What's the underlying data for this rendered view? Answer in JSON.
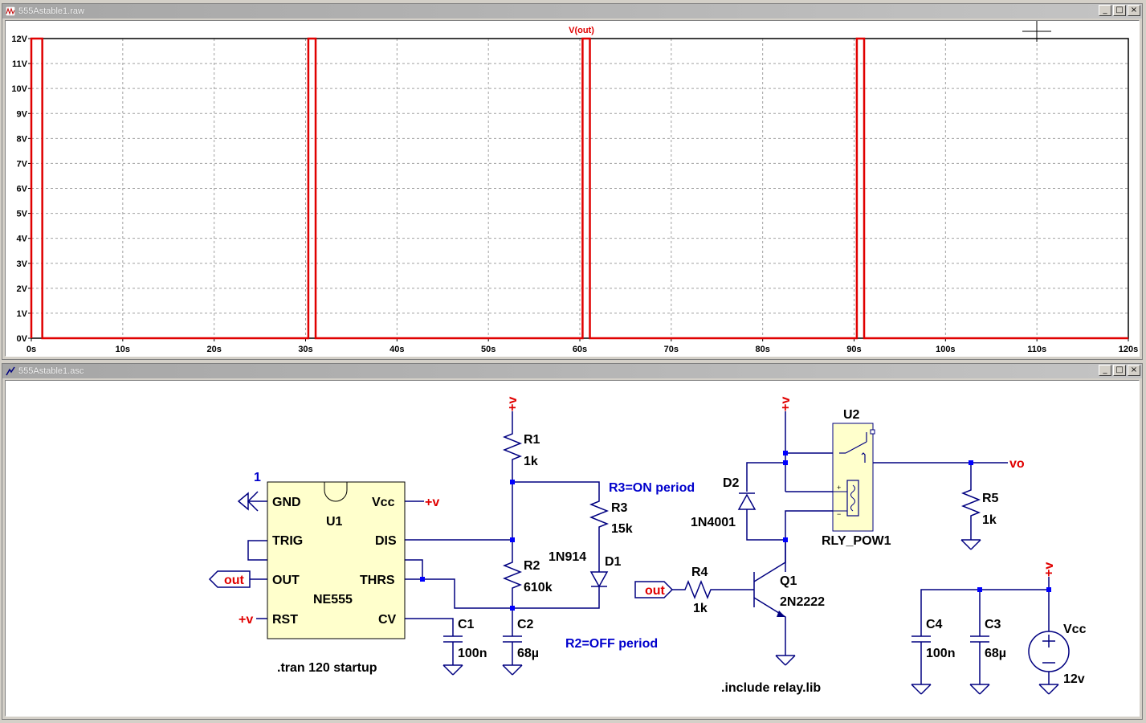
{
  "plot_window": {
    "title": "555Astable1.raw",
    "trace_label": "V(out)",
    "colors": {
      "trace": "#e00000",
      "grid": "#a0a0a0",
      "axis": "#000000",
      "bg": "#ffffff"
    },
    "buttons": {
      "minimize": "_",
      "maximize": "□",
      "close": "×"
    }
  },
  "chart_data": {
    "type": "line",
    "title": "",
    "xlabel": "",
    "ylabel": "",
    "xlim": [
      0,
      120
    ],
    "ylim": [
      0,
      12
    ],
    "grid": true,
    "x_ticks": [
      "0s",
      "10s",
      "20s",
      "30s",
      "40s",
      "50s",
      "60s",
      "70s",
      "80s",
      "90s",
      "100s",
      "110s",
      "120s"
    ],
    "y_ticks": [
      "0V",
      "1V",
      "2V",
      "3V",
      "4V",
      "5V",
      "6V",
      "7V",
      "8V",
      "9V",
      "10V",
      "11V",
      "12V"
    ],
    "series": [
      {
        "name": "V(out)",
        "color": "#e00000",
        "x": [
          0,
          0,
          1.2,
          1.2,
          30.3,
          30.3,
          31.1,
          31.1,
          60.3,
          60.3,
          61.1,
          61.1,
          90.3,
          90.3,
          91.1,
          91.1,
          120
        ],
        "y": [
          0,
          12,
          12,
          0,
          0,
          12,
          12,
          0,
          0,
          12,
          12,
          0,
          0,
          12,
          12,
          0,
          0
        ]
      }
    ]
  },
  "schematic_window": {
    "title": "555Astable1.asc",
    "buttons": {
      "minimize": "_",
      "maximize": "□",
      "close": "×"
    },
    "colors": {
      "wire": "#000080",
      "junction": "#0000ff",
      "ic_fill": "#ffffcc",
      "netlabel": "#e00000",
      "comment": "#0000cc",
      "text": "#000000"
    },
    "labels": {
      "gnd_pin_num": "1",
      "u1_name": "U1",
      "u1_gnd": "GND",
      "u1_vcc": "Vcc",
      "u1_trig": "TRIG",
      "u1_dis": "DIS",
      "u1_out": "OUT",
      "u1_thrs": "THRS",
      "u1_rst": "RST",
      "u1_cv": "CV",
      "u1_type": "NE555",
      "vplus": "+v",
      "out_net": "out",
      "r1": "R1",
      "r1_val": "1k",
      "r2": "R2",
      "r2_val": "610k",
      "r3": "R3",
      "r3_val": "15k",
      "r4": "R4",
      "r4_val": "1k",
      "r5": "R5",
      "r5_val": "1k",
      "d1": "D1",
      "d1_val": "1N914",
      "d2": "D2",
      "d2_val": "1N4001",
      "c1": "C1",
      "c1_val": "100n",
      "c2": "C2",
      "c2_val": "68µ",
      "c3": "C3",
      "c3_val": "68µ",
      "c4": "C4",
      "c4_val": "100n",
      "q1": "Q1",
      "q1_val": "2N2222",
      "u2": "U2",
      "u2_val": "RLY_POW1",
      "vo_net": "vo",
      "vcc": "Vcc",
      "vcc_val": "12v",
      "r3_note": "R3=ON period",
      "r2_note": "R2=OFF period",
      "tran_cmd": ".tran 120 startup",
      "include_cmd": ".include relay.lib"
    }
  }
}
